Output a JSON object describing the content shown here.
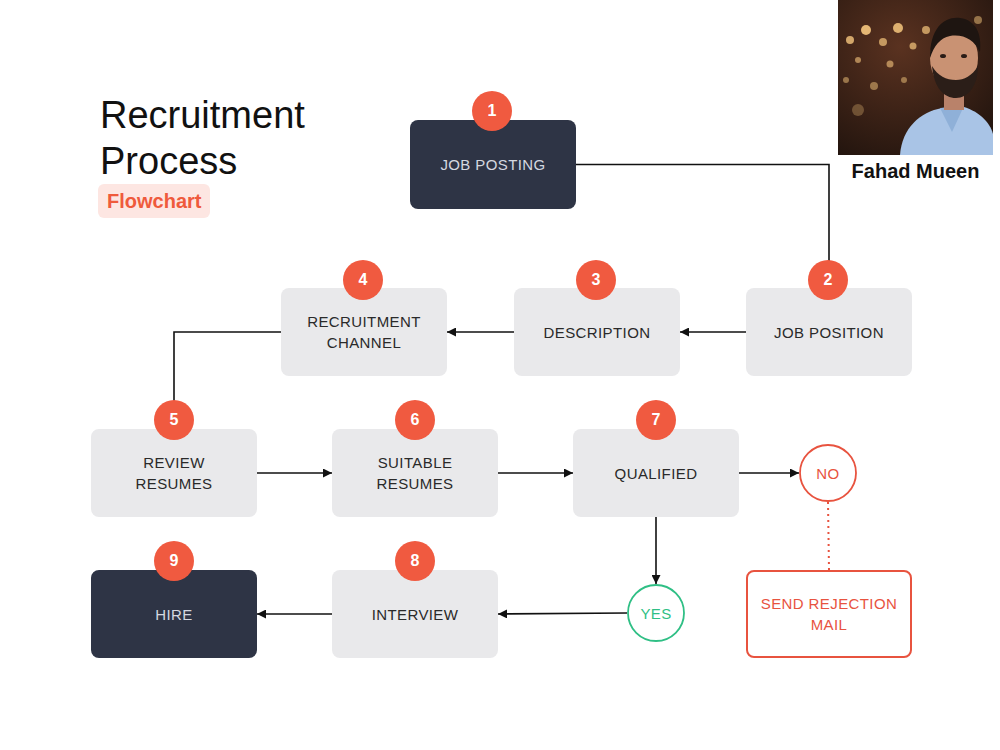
{
  "diagram": {
    "title": "Recruitment Process",
    "nodes": [
      {
        "text": [
          "JOB POSTING"
        ]
      },
      {
        "text": [
          "JOB POSITION"
        ]
      },
      {
        "text": [
          "DESCRIPTION"
        ]
      },
      {
        "text": [
          "RECRUITMENT CHANNEL"
        ]
      },
      {
        "text": [
          "REVIEW RESUMES"
        ]
      },
      {
        "text": [
          "SUITABLE RESUMES"
        ]
      },
      {
        "text": [
          "QUALIFIED"
        ]
      },
      {
        "text": [
          "NO"
        ]
      },
      {
        "text": [
          "YES"
        ]
      },
      {
        "text": [
          "INTERVIEW"
        ]
      },
      {
        "text": [
          "HIRE"
        ]
      },
      {
        "text": [
          "SEND REJECTION MAIL"
        ]
      }
    ],
    "edges": [
      {
        "from": 0,
        "to": 1,
        "arrow": "to"
      },
      {
        "from": 1,
        "to": 2,
        "arrow": "to"
      },
      {
        "from": 2,
        "to": 3,
        "arrow": "to"
      },
      {
        "from": 3,
        "to": 4,
        "arrow": "to"
      },
      {
        "from": 4,
        "to": 5,
        "arrow": "to"
      },
      {
        "from": 5,
        "to": 6,
        "arrow": "to"
      },
      {
        "from": 6,
        "to": 7,
        "arrow": "to"
      },
      {
        "from": 6,
        "to": 8,
        "arrow": "to"
      },
      {
        "from": 8,
        "to": 9,
        "arrow": "to"
      },
      {
        "from": 9,
        "to": 10,
        "arrow": "to"
      },
      {
        "from": 7,
        "to": 11,
        "arrow": "none"
      }
    ],
    "labels": [
      "Flowchart",
      "1",
      "2",
      "3",
      "4",
      "5",
      "6",
      "7",
      "8",
      "9",
      "Fahad Mueen"
    ]
  }
}
